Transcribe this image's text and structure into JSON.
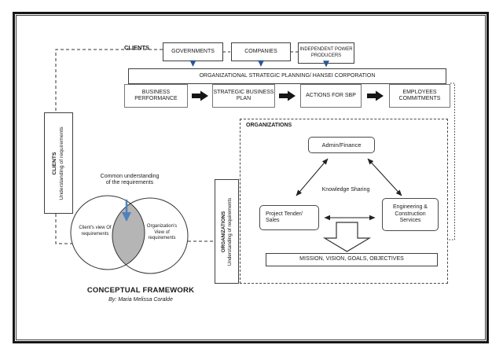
{
  "colors": {
    "accent_blue": "#4f81bd",
    "navy_arrow": "#2e5496",
    "lens_gray": "#b5b5b5",
    "line_dark": "#222222"
  },
  "clients_flow": {
    "label": "CLIENTS",
    "governments": "GOVERNMENTS",
    "companies": "COMPANIES",
    "ipp_line1": "INDEPENDENT POWER",
    "ipp_line2": "PRODUCERS"
  },
  "osp": {
    "banner": "ORGANIZATIONAL STRATEGIC PLANNING/ HANSEI CORPORATION",
    "step1": "BUSINESS PERFORMANCE",
    "step2": "STRATEGIC BUSINESS PLAN",
    "step3": "ACTIONS FOR SBP",
    "step4": "EMPLOYEES COMMITMENTS"
  },
  "clients_axis": {
    "title": "CLIENTS",
    "subtitle": "Understanding of requirements"
  },
  "org_axis": {
    "title": "ORGANIZATIONS",
    "subtitle": "Understanding of requirements"
  },
  "venn": {
    "caption_line1": "Common understanding",
    "caption_line2": "of the requirements",
    "left_line1": "Client's view Of",
    "left_line2": "requirements",
    "right_line1": "Organization's",
    "right_line2": "View of",
    "right_line3": "requirements"
  },
  "org_panel": {
    "label": "ORGANIZATIONS",
    "admin_finance": "Admin/Finance",
    "knowledge_sharing": "Knowledge Sharing",
    "project_line1": "Project Tender/",
    "project_line2": "Sales",
    "eng_line1": "Engineering &",
    "eng_line2": "Construction",
    "eng_line3": "Services",
    "mission": "MISSION, VISION, GOALS, OBJECTIVES"
  },
  "footer": {
    "title": "CONCEPTUAL FRAMEWORK",
    "byline": "By: Maria Melissa Coralde"
  }
}
